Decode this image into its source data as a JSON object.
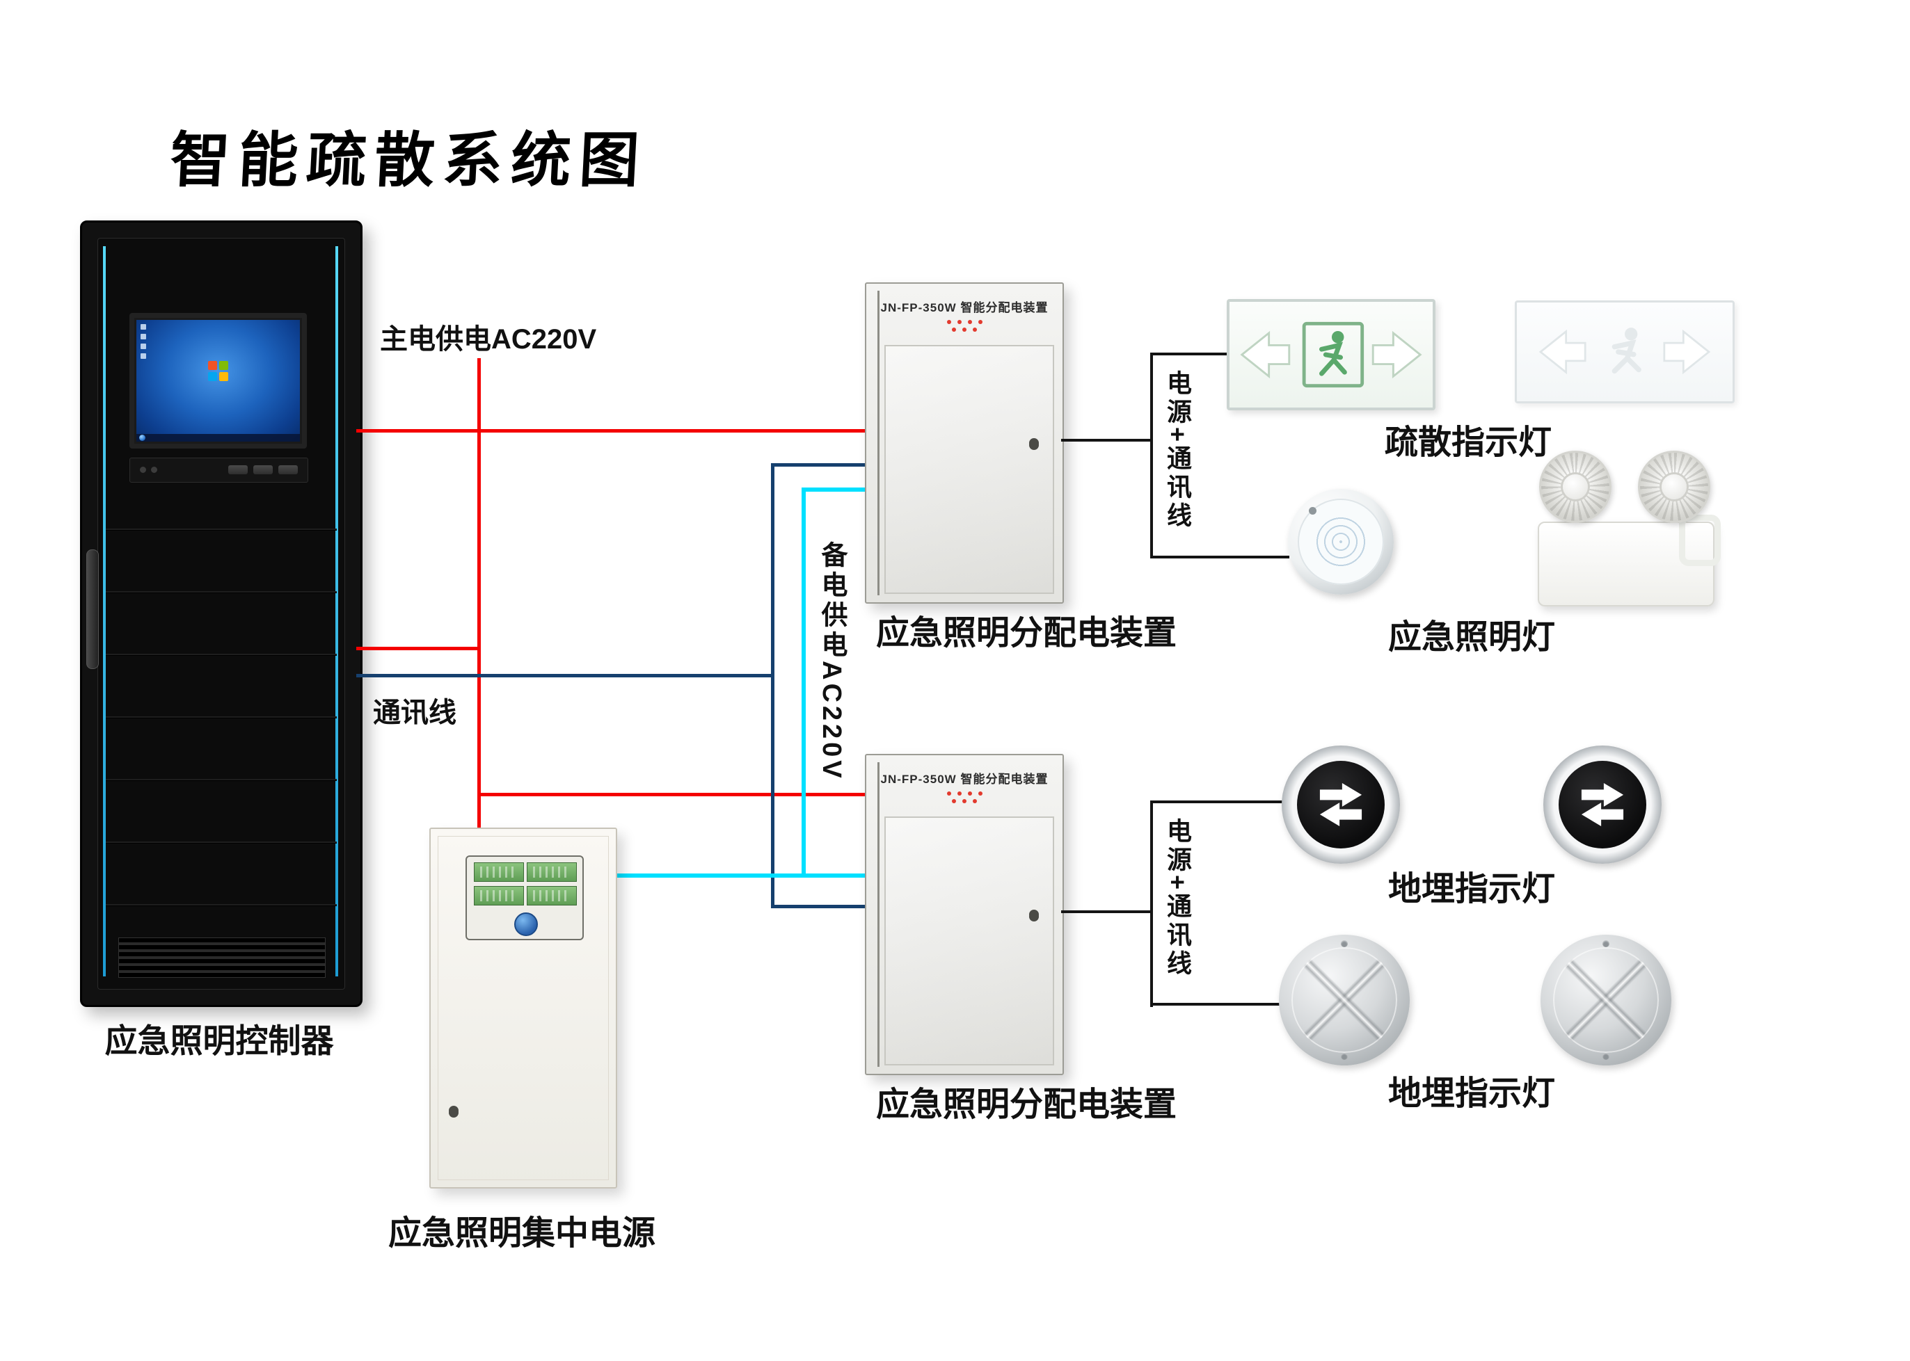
{
  "title": "智能疏散系统图",
  "cabinet": {
    "label": "应急照明控制器"
  },
  "power_supply": {
    "label": "应急照明集中电源"
  },
  "distribution_boxes": [
    {
      "header": "JN-FP-350W 智能分配电装置",
      "label": "应急照明分配电装置"
    },
    {
      "header": "JN-FP-350W 智能分配电装置",
      "label": "应急照明分配电装置"
    }
  ],
  "wires": {
    "main_power_label": "主电供电AC220V",
    "comm_label": "通讯线",
    "backup_power_label": "备电供电AC220V",
    "branch_label_top": "电源+通讯线",
    "branch_label_bottom": "电源+通讯线",
    "colors": {
      "main_power": "#f40000",
      "comm": "#16406e",
      "backup_power": "#00e0ff",
      "branch": "#141414"
    }
  },
  "devices": {
    "exit_sign_label": "疏散指示灯",
    "emergency_light_label": "应急照明灯",
    "buried_light_top_label": "地埋指示灯",
    "buried_light_bottom_label": "地埋指示灯"
  }
}
